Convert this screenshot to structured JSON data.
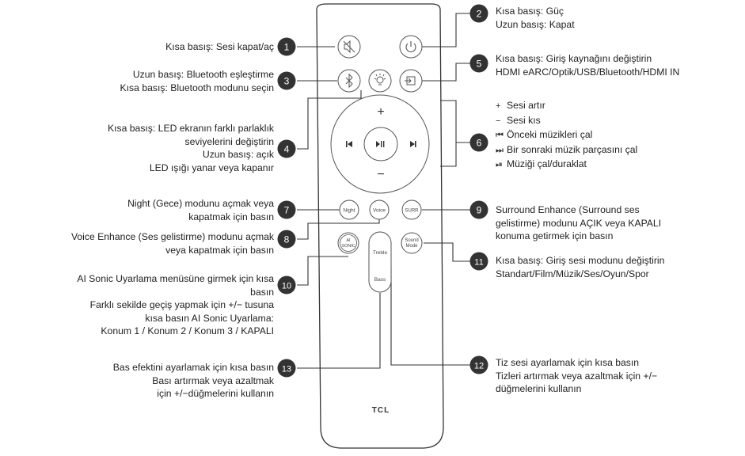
{
  "brand": "TCL",
  "buttons": {
    "night": "Night",
    "voice": "Voice",
    "surr": "SURR",
    "ai_sonic_line1": "AI",
    "ai_sonic_line2": "SONIC",
    "treble": "Treble",
    "bass": "Bass",
    "sound_mode_line1": "Sound",
    "sound_mode_line2": "Mode",
    "plus": "+",
    "minus": "−"
  },
  "callouts": [
    {
      "num": "1",
      "lines": [
        "Kısa basış: Sesi kapat/aç"
      ]
    },
    {
      "num": "2",
      "lines": [
        "Kısa basış: Güç",
        "Uzun basış: Kapat"
      ]
    },
    {
      "num": "3",
      "lines": [
        "Uzun basış: Bluetooth eşleştirme",
        "Kısa basış: Bluetooth modunu seçin"
      ]
    },
    {
      "num": "4",
      "lines": [
        "Kısa basış: LED ekranın farklı parlaklık",
        "seviyelerini değiştirin",
        "Uzun basış: açık",
        "LED ışığı yanar veya kapanır"
      ]
    },
    {
      "num": "5",
      "lines": [
        "Kısa basış: Giriş kaynağını değiştirin",
        "HDMI eARC/Optik/USB/Bluetooth/HDMI IN"
      ]
    },
    {
      "num": "6",
      "items": [
        {
          "icon": "plus",
          "sym": "+",
          "text": "Sesi artır"
        },
        {
          "icon": "minus",
          "sym": "−",
          "text": "Sesi kıs"
        },
        {
          "icon": "previous",
          "sym": "⏮",
          "text": "Önceki müzikleri çal"
        },
        {
          "icon": "next",
          "sym": "⏭",
          "text": "Bir sonraki müzik parçasını çal"
        },
        {
          "icon": "play-pause",
          "sym": "⏯",
          "text": "Müziği çal/duraklat"
        }
      ]
    },
    {
      "num": "7",
      "lines": [
        "Night (Gece) modunu açmak veya",
        "kapatmak için basın"
      ]
    },
    {
      "num": "8",
      "lines": [
        "Voice Enhance (Ses gelistirme) modunu açmak",
        "veya kapatmak için basın"
      ]
    },
    {
      "num": "9",
      "lines": [
        "Surround Enhance (Surround ses",
        "gelistirme) modunu AÇIK veya KAPALI",
        "konuma getirmek için basın"
      ]
    },
    {
      "num": "10",
      "lines": [
        "AI Sonic Uyarlama menüsüne girmek için kısa",
        "basın",
        "Farklı sekilde geçiş yapmak için +/− tusuna",
        "kısa basın AI Sonic Uyarlama:",
        "Konum 1 / Konum 2 / Konum 3 / KAPALI"
      ]
    },
    {
      "num": "11",
      "lines": [
        "Kısa basış: Giriş sesi modunu değiştirin",
        "Standart/Film/Müzik/Ses/Oyun/Spor"
      ]
    },
    {
      "num": "12",
      "lines": [
        "Tiz sesi ayarlamak için kısa basın",
        "Tizleri artırmak veya azaltmak için +/−",
        "düğmelerini kullanın"
      ]
    },
    {
      "num": "13",
      "lines": [
        "Bas efektini ayarlamak için kısa basın",
        "Bası artırmak veya azaltmak",
        "için +/−düğmelerini kullanın"
      ]
    }
  ]
}
